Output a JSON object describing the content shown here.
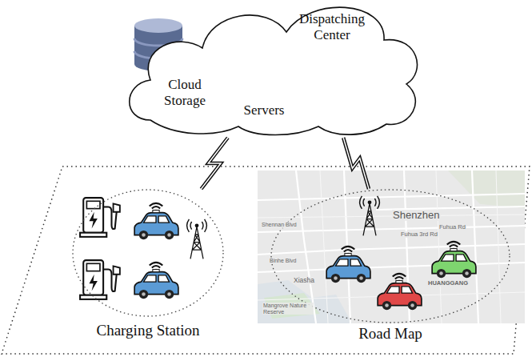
{
  "diagram": {
    "nodes": [
      {
        "text": [
          "Cloud Storage",
          "Servers",
          "Dispatching Center"
        ]
      },
      {
        "text": [
          "Charging Station"
        ]
      },
      {
        "text": [
          "Road Map"
        ]
      }
    ],
    "edges": [
      {
        "from": 0,
        "to": 1,
        "arrow": "none"
      },
      {
        "from": 0,
        "to": 2,
        "arrow": "none"
      }
    ],
    "labels": [
      "Shenzhen",
      "Fuhua Rd",
      "Fuhua 3rd Rd",
      "Shennan Blvd",
      "Binhe Blvd",
      "Xiasha",
      "HUANGGANG",
      "Mangrove Nature Reserve"
    ]
  }
}
